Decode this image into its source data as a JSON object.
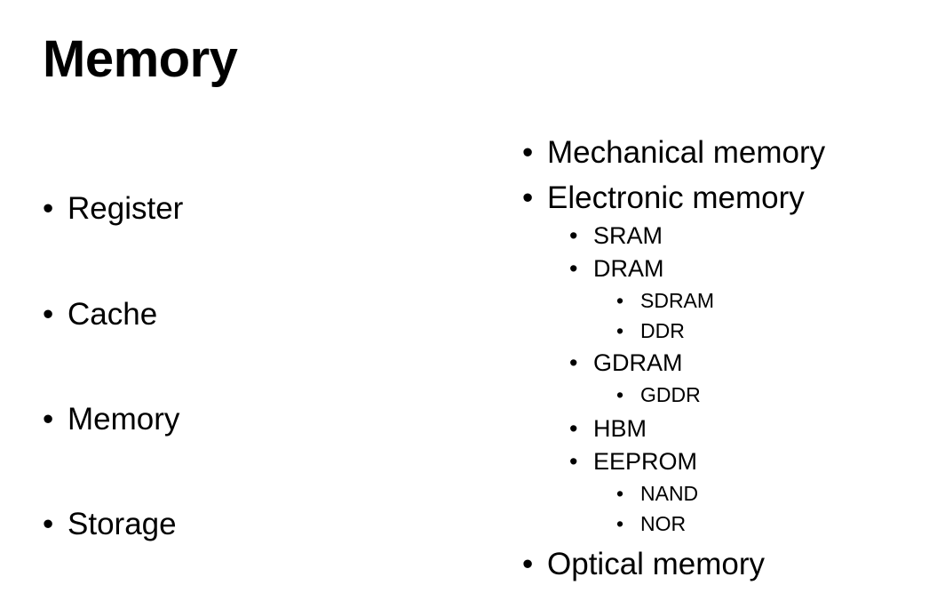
{
  "slide": {
    "title": "Memory",
    "bullet_glyph": "•",
    "left_list": [
      "Register",
      "Cache",
      "Memory",
      "Storage"
    ],
    "right_list": [
      "Mechanical memory",
      "Electronic memory",
      "SRAM",
      "DRAM",
      "SDRAM",
      "DDR",
      "GDRAM",
      "GDDR",
      "HBM",
      "EEPROM",
      "NAND",
      "NOR",
      "Optical memory"
    ]
  }
}
